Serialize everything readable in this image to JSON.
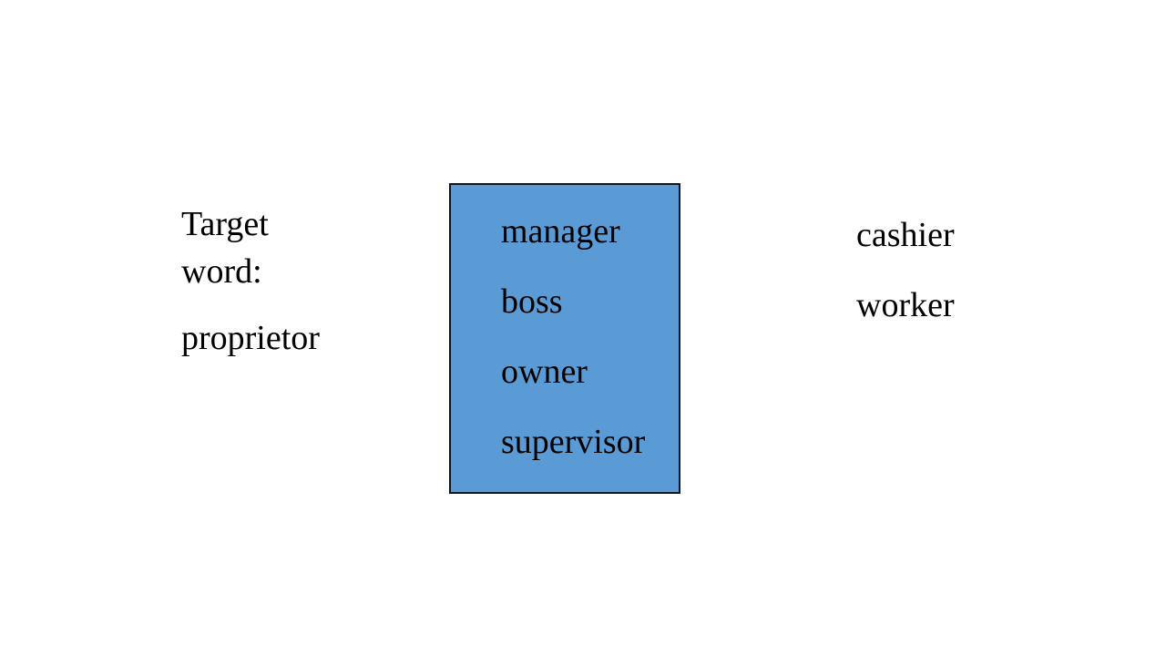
{
  "canvas": {
    "background": "#ffffff",
    "text_color": "#000000"
  },
  "left_panel": {
    "label": "Target word:",
    "word": "proprietor"
  },
  "synonym_box": {
    "fill": "#5b9bd5",
    "border": "#0d1526",
    "words": [
      "manager",
      "boss",
      "owner",
      "supervisor"
    ]
  },
  "right_panel": {
    "words": [
      "cashier",
      "worker"
    ]
  }
}
